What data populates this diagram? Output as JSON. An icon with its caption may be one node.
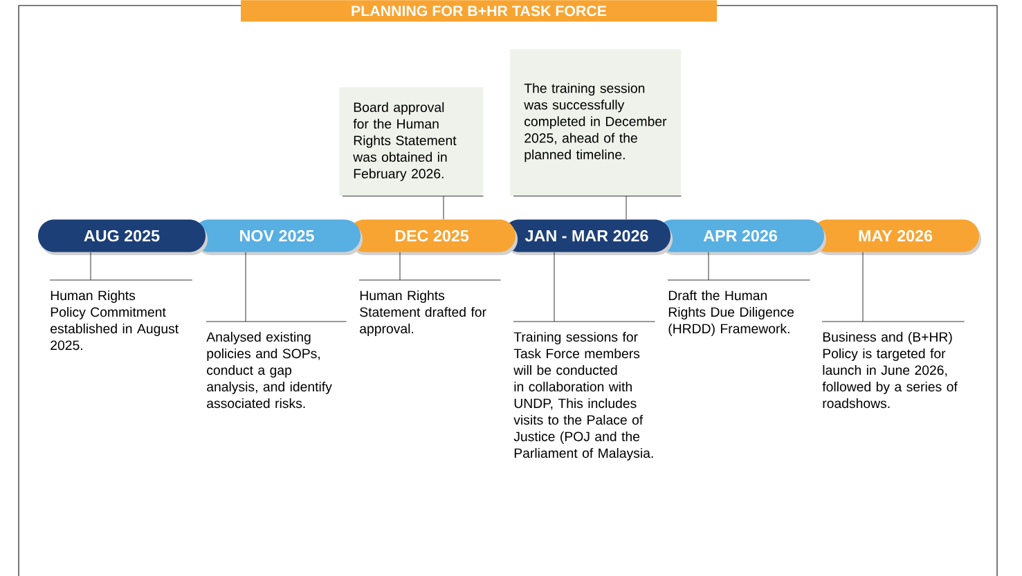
{
  "diagram": {
    "title": "PLANNING FOR B+HR TASK FORCE",
    "nodes": [
      {
        "text": [
          "AUG 2025"
        ]
      },
      {
        "text": [
          "NOV 2025"
        ]
      },
      {
        "text": [
          "DEC 2025"
        ]
      },
      {
        "text": [
          "JAN - MAR 2026"
        ]
      },
      {
        "text": [
          "APR 2026"
        ]
      },
      {
        "text": [
          "MAY 2026"
        ]
      },
      {
        "text": [
          "Board approval for the Human Rights Statement was obtained in February 2026."
        ]
      },
      {
        "text": [
          "The training session was successfully completed in December 2025, ahead of the planned timeline."
        ]
      },
      {
        "text": [
          "Human Rights Policy Commitment established in August 2025."
        ]
      },
      {
        "text": [
          "Analysed existing policies and SOPs, conduct a gap analysis, and identify associated risks."
        ]
      },
      {
        "text": [
          "Human Rights Statement drafted for approval."
        ]
      },
      {
        "text": [
          "Training sessions for Task Force members will be conducted in collaboration with UNDP, This includes visits to the Palace of Justice (POJ and the Parliament of Malaysia."
        ]
      },
      {
        "text": [
          "Draft the Human Rights Due Diligence (HRDD) Framework."
        ]
      },
      {
        "text": [
          "Business and (B+HR) Policy is targeted for launch in June 2026, followed by a series of roadshows."
        ]
      }
    ],
    "edges": [
      {
        "from": 2,
        "to": 6,
        "arrow": "none"
      },
      {
        "from": 3,
        "to": 7,
        "arrow": "none"
      },
      {
        "from": 0,
        "to": 8,
        "arrow": "none"
      },
      {
        "from": 1,
        "to": 9,
        "arrow": "none"
      },
      {
        "from": 2,
        "to": 10,
        "arrow": "none"
      },
      {
        "from": 3,
        "to": 11,
        "arrow": "none"
      },
      {
        "from": 4,
        "to": 12,
        "arrow": "none"
      },
      {
        "from": 5,
        "to": 13,
        "arrow": "none"
      }
    ]
  }
}
